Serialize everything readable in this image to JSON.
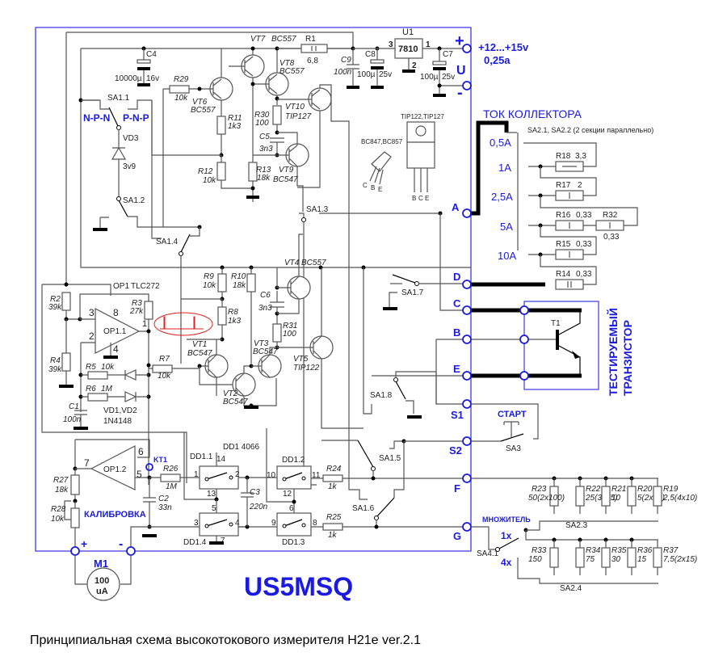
{
  "title": "US5MSQ",
  "caption": "Принципиальная схема высокотокового измерителя H21e  ver.2.1",
  "colors": {
    "accent": "#1a1ae0",
    "wire": "#555555",
    "waveform": "#e02020"
  },
  "power": {
    "supply_label": "+12...+15v",
    "current_label": "0,25a",
    "plus": "+",
    "minus": "-",
    "u": "U",
    "regulator": {
      "ref": "U1",
      "part": "7810",
      "pins": [
        "3",
        "1",
        "2"
      ]
    }
  },
  "components": {
    "C4": {
      "ref": "C4",
      "value": "10000µ",
      "voltage": "16v"
    },
    "C9": {
      "ref": "C9",
      "value": "100n"
    },
    "C8": {
      "ref": "C8",
      "value": "100µ",
      "voltage": "25v"
    },
    "C7": {
      "ref": "C7",
      "value": "100µ",
      "voltage": "25v"
    },
    "R1": {
      "ref": "R1",
      "value": "6,8"
    },
    "R29": {
      "ref": "R29",
      "value": "10k"
    },
    "R11": {
      "ref": "R11",
      "value": "1k3"
    },
    "R12": {
      "ref": "R12",
      "value": "10k"
    },
    "R30": {
      "ref": "R30",
      "value": "100"
    },
    "R13": {
      "ref": "R13",
      "value": "18k"
    },
    "C5": {
      "ref": "C5",
      "value": "3n3"
    },
    "VT6": {
      "ref": "VT6",
      "part": "BC557"
    },
    "VT7": {
      "ref": "VT7",
      "part": "BC557"
    },
    "VT8": {
      "ref": "VT8",
      "part": "BC557"
    },
    "VT9": {
      "ref": "VT9",
      "part": "BC547"
    },
    "VT10": {
      "ref": "VT10",
      "part": "TIP127"
    },
    "VD3": {
      "ref": "VD3",
      "value": "3v9"
    },
    "R2": {
      "ref": "R2",
      "value": "39k"
    },
    "R4": {
      "ref": "R4",
      "value": "39k"
    },
    "R3": {
      "ref": "R3",
      "value": "27k"
    },
    "R5": {
      "ref": "R5",
      "value": "10k"
    },
    "R6": {
      "ref": "R6",
      "value": "1M"
    },
    "R7": {
      "ref": "R7",
      "value": "10k"
    },
    "C1": {
      "ref": "C1",
      "value": "100n"
    },
    "VD12": {
      "ref": "VD1,VD2",
      "part": "1N4148"
    },
    "OP1": {
      "ref": "OP1",
      "part": "TLC272",
      "sub1": "OP1.1",
      "sub2": "OP1.2"
    },
    "R9": {
      "ref": "R9",
      "value": "10k"
    },
    "R10": {
      "ref": "R10",
      "value": "18k"
    },
    "R8": {
      "ref": "R8",
      "value": "1k3"
    },
    "C6": {
      "ref": "C6",
      "value": "3n3"
    },
    "R31": {
      "ref": "R31",
      "value": "100"
    },
    "VT1": {
      "ref": "VT1",
      "part": "BC547"
    },
    "VT2": {
      "ref": "VT2",
      "part": "BC547"
    },
    "VT3": {
      "ref": "VT3",
      "part": "BC547"
    },
    "VT4": {
      "ref": "VT4",
      "part": "BC557"
    },
    "VT5": {
      "ref": "VT5",
      "part": "TIP122"
    },
    "R27": {
      "ref": "R27",
      "value": "18k"
    },
    "R28": {
      "ref": "R28",
      "value": "10k"
    },
    "R26": {
      "ref": "R26",
      "value": "1M"
    },
    "C2": {
      "ref": "C2",
      "value": "33n"
    },
    "C3": {
      "ref": "C3",
      "value": "220n"
    },
    "R24": {
      "ref": "R24",
      "value": "1k"
    },
    "R25": {
      "ref": "R25",
      "value": "1k"
    },
    "DD1": {
      "ref": "DD1 4066",
      "s1": "DD1.1",
      "s2": "DD1.2",
      "s3": "DD1.3",
      "s4": "DD1.4"
    },
    "M1": {
      "ref": "M1",
      "value_line1": "100",
      "value_line2": "uA"
    }
  },
  "switches": {
    "SA1_1": "SA1.1",
    "SA1_2": "SA1.2",
    "SA1_3": "SA1.3",
    "SA1_4": "SA1.4",
    "SA1_5": "SA1.5",
    "SA1_6": "SA1.6",
    "SA1_7": "SA1.7",
    "SA1_8": "SA1.8",
    "SA3": "SA3",
    "SA4_1": "SA4.1",
    "SA2_3": "SA2.3",
    "SA2_4": "SA2.4"
  },
  "polarity": {
    "npn": "N-P-N",
    "pnp": "P-N-P"
  },
  "packages": {
    "small": {
      "label": "BC847,BC857",
      "pins": [
        "C",
        "B",
        "E"
      ]
    },
    "power": {
      "label": "TIP122,TIP127",
      "pins": [
        "B",
        "C",
        "E"
      ]
    }
  },
  "collector_current": {
    "title": "ТОК КОЛЛЕКТОРА",
    "switch_note": "SA2.1, SA2.2 (2 секции параллельно)",
    "ranges": [
      "0,5A",
      "1A",
      "2,5A",
      "5A",
      "10A"
    ],
    "resistors": [
      {
        "ref": "R18",
        "value": "3,3"
      },
      {
        "ref": "R17",
        "value": "2"
      },
      {
        "ref": "R16",
        "value": "0,33"
      },
      {
        "ref": "R32",
        "value": "0,33"
      },
      {
        "ref": "R15",
        "value": "0,33"
      },
      {
        "ref": "R14",
        "value": "0,33"
      }
    ]
  },
  "terminals": [
    "A",
    "D",
    "C",
    "B",
    "E",
    "S1",
    "S2",
    "F",
    "G"
  ],
  "dut": {
    "label_line1": "ТЕСТИРУЕМЫЙ",
    "label_line2": "ТРАНЗИСТОР",
    "ref": "T1"
  },
  "start": {
    "label": "СТАРТ"
  },
  "calibration": {
    "label": "КАЛИБРОВКА",
    "testpoint": "KT1"
  },
  "multiplier": {
    "label": "МНОЖИТЕЛЬ",
    "options": [
      "1x",
      "4x"
    ],
    "top_resistors": [
      {
        "ref": "R23",
        "value": "50(2x100)"
      },
      {
        "ref": "R22",
        "value": "25(3x75)"
      },
      {
        "ref": "R21",
        "value": "10"
      },
      {
        "ref": "R20",
        "value": "5(2x10)"
      },
      {
        "ref": "R19",
        "value": "2,5(4x10)"
      }
    ],
    "bottom_resistors": [
      {
        "ref": "R33",
        "value": "150"
      },
      {
        "ref": "R34",
        "value": "75"
      },
      {
        "ref": "R35",
        "value": "30"
      },
      {
        "ref": "R36",
        "value": "15"
      },
      {
        "ref": "R37",
        "value": "7,5(2x15)"
      }
    ]
  },
  "pins": {
    "op11": [
      "3",
      "8",
      "2",
      "4",
      "1"
    ],
    "op12": [
      "7",
      "6",
      "5"
    ],
    "dd11": [
      "14",
      "1",
      "2",
      "13"
    ],
    "dd14": [
      "5",
      "3",
      "4",
      "7"
    ],
    "dd12": [
      "10",
      "11",
      "12"
    ],
    "dd13": [
      "6",
      "9",
      "8"
    ]
  }
}
